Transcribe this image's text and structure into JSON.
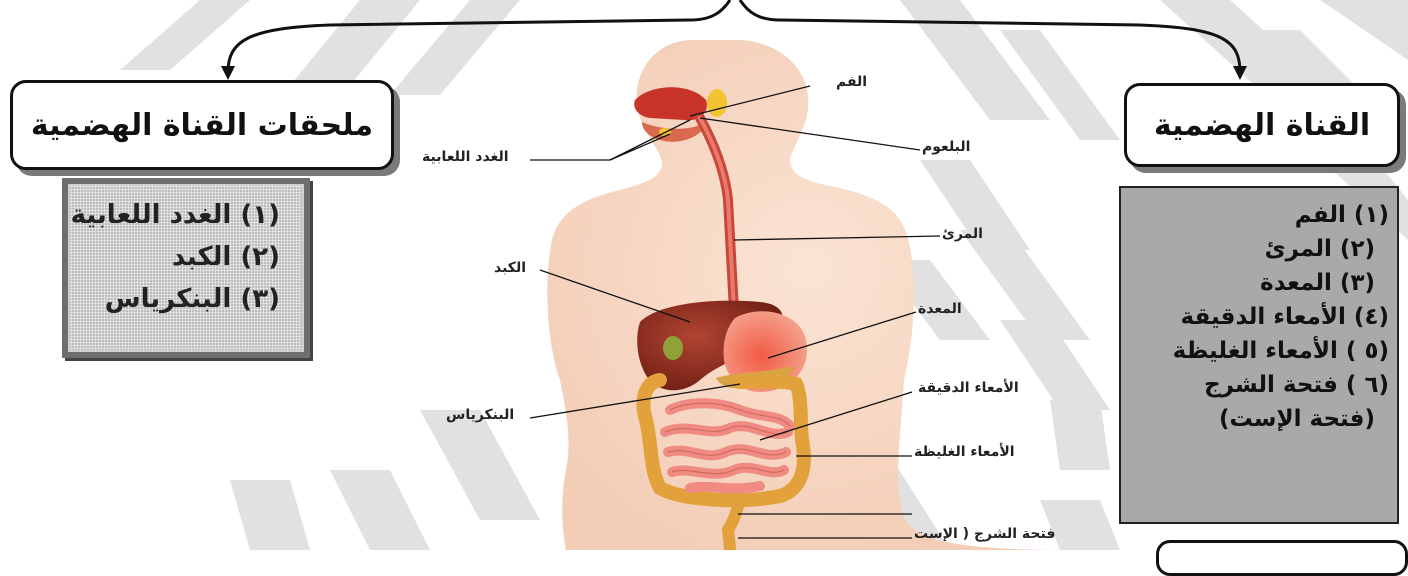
{
  "accessories": {
    "title": "ملحقات القناة الهضمية",
    "items": [
      "(١) الغدد اللعابية",
      "(٢) الكبد",
      "(٣) البنكرياس"
    ]
  },
  "canal": {
    "title": "القناة الهضمية",
    "items": [
      "(١) الفم",
      "(٢) المرئ",
      "(٣) المعدة",
      "(٤) الأمعاء الدقيقة",
      "(٥ ) الأمعاء الغليظة",
      "(٦ ) فتحة الشرج",
      "(فتحة الإست)"
    ]
  },
  "diagram_labels": {
    "mouth": "الفم",
    "pharynx": "البلعوم",
    "salivary": "الغدد اللعابية",
    "esophagus": "المرئ",
    "liver": "الكبد",
    "stomach": "المعدة",
    "small_intestine": "الأمعاء الدقيقة",
    "pancreas": "البنكرياس",
    "large_intestine": "الأمعاء الغليظة",
    "anus": "فتحة الشرج ( الإست"
  },
  "colors": {
    "body": "#f6d6c2",
    "esophagus": "#c8463a",
    "liver": "#8b2a1e",
    "stomach": "#ee7d66",
    "small_intestine": "#f0928a",
    "large_intestine": "#e3a13c",
    "accessory_box": "#bdbdbd",
    "canal_box": "#a9a9a9"
  }
}
